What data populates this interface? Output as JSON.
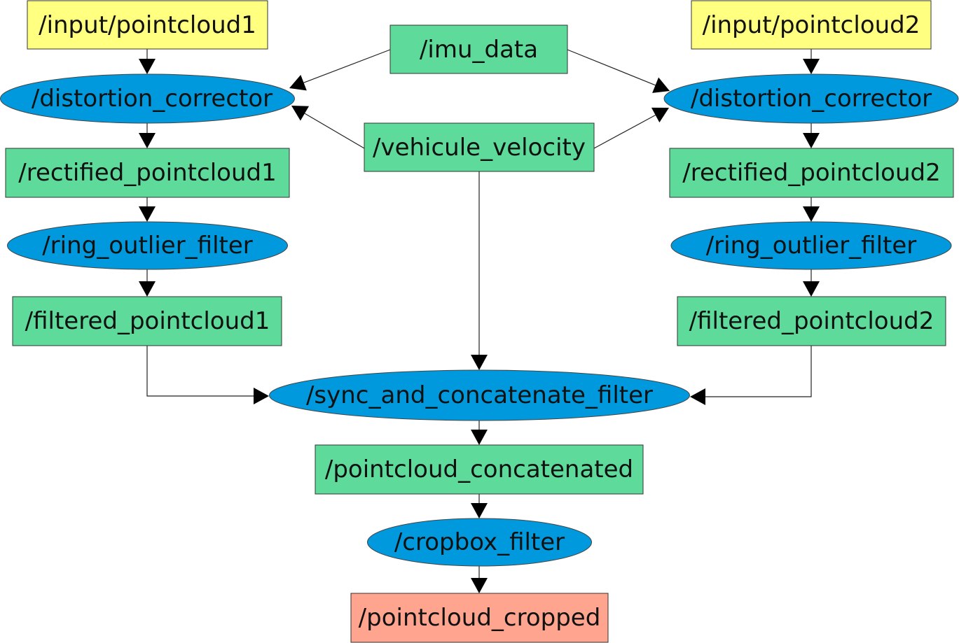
{
  "colors": {
    "input": "#FFFF80",
    "topic": "#5EDB9A",
    "filter": "#0099DD",
    "output": "#FFA48E",
    "edge": "#222222"
  },
  "nodes": {
    "input_pc1": {
      "label": "/input/pointcloud1",
      "kind": "input"
    },
    "input_pc2": {
      "label": "/input/pointcloud2",
      "kind": "input"
    },
    "imu_data": {
      "label": "/imu_data",
      "kind": "topic"
    },
    "vehicle_velocity": {
      "label": "/vehicule_velocity",
      "kind": "topic"
    },
    "distortion_corrector_1": {
      "label": "/distortion_corrector",
      "kind": "filter"
    },
    "distortion_corrector_2": {
      "label": "/distortion_corrector",
      "kind": "filter"
    },
    "rectified_pc1": {
      "label": "/rectified_pointcloud1",
      "kind": "topic"
    },
    "rectified_pc2": {
      "label": "/rectified_pointcloud2",
      "kind": "topic"
    },
    "ring_outlier_1": {
      "label": "/ring_outlier_filter",
      "kind": "filter"
    },
    "ring_outlier_2": {
      "label": "/ring_outlier_filter",
      "kind": "filter"
    },
    "filtered_pc1": {
      "label": "/filtered_pointcloud1",
      "kind": "topic"
    },
    "filtered_pc2": {
      "label": "/filtered_pointcloud2",
      "kind": "topic"
    },
    "sync_concat": {
      "label": "/sync_and_concatenate_filter",
      "kind": "filter"
    },
    "pc_concatenated": {
      "label": "/pointcloud_concatenated",
      "kind": "topic"
    },
    "cropbox": {
      "label": "/cropbox_filter",
      "kind": "filter"
    },
    "pc_cropped": {
      "label": "/pointcloud_cropped",
      "kind": "output"
    }
  },
  "edges": [
    {
      "from": "input_pc1",
      "to": "distortion_corrector_1"
    },
    {
      "from": "distortion_corrector_1",
      "to": "rectified_pc1"
    },
    {
      "from": "rectified_pc1",
      "to": "ring_outlier_1"
    },
    {
      "from": "ring_outlier_1",
      "to": "filtered_pc1"
    },
    {
      "from": "input_pc2",
      "to": "distortion_corrector_2"
    },
    {
      "from": "distortion_corrector_2",
      "to": "rectified_pc2"
    },
    {
      "from": "rectified_pc2",
      "to": "ring_outlier_2"
    },
    {
      "from": "ring_outlier_2",
      "to": "filtered_pc2"
    },
    {
      "from": "imu_data",
      "to": "distortion_corrector_1"
    },
    {
      "from": "imu_data",
      "to": "distortion_corrector_2"
    },
    {
      "from": "vehicle_velocity",
      "to": "distortion_corrector_1"
    },
    {
      "from": "vehicle_velocity",
      "to": "distortion_corrector_2"
    },
    {
      "from": "vehicle_velocity",
      "to": "sync_concat"
    },
    {
      "from": "filtered_pc1",
      "to": "sync_concat"
    },
    {
      "from": "filtered_pc2",
      "to": "sync_concat"
    },
    {
      "from": "sync_concat",
      "to": "pc_concatenated"
    },
    {
      "from": "pc_concatenated",
      "to": "cropbox"
    },
    {
      "from": "cropbox",
      "to": "pc_cropped"
    }
  ]
}
